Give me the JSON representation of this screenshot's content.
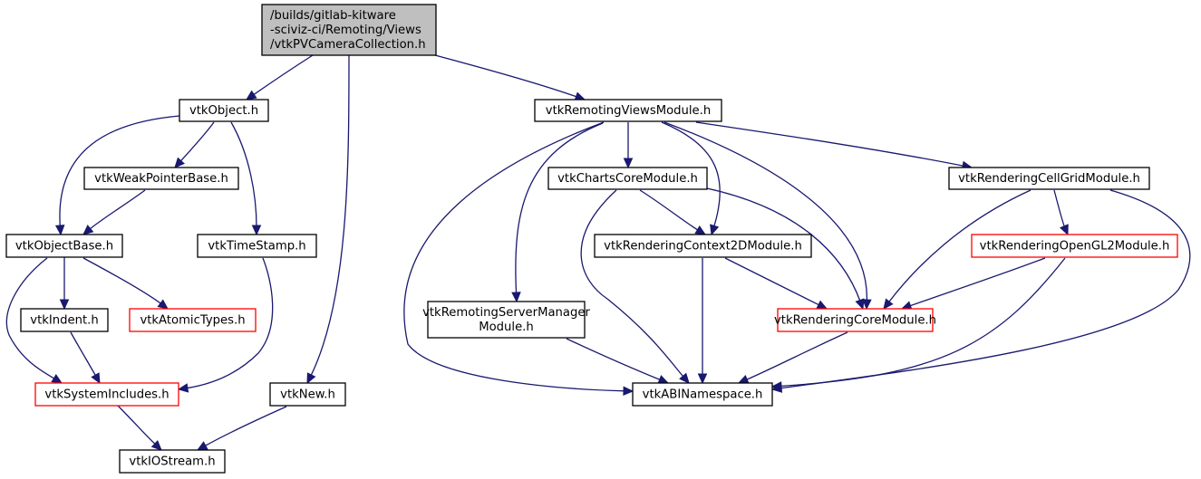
{
  "graph": {
    "title": "/builds/gitlab-kitware-sciviz-ci/Remoting/Views/vtkPVCameraCollection.h include dependency graph",
    "colors": {
      "edge": "#191970",
      "root_fill": "#bfbfbf",
      "normal_border": "#000000",
      "truncated_border": "#ff0000"
    },
    "nodes": {
      "root": {
        "lines": [
          "/builds/gitlab-kitware",
          "-sciviz-ci/Remoting/Views",
          "/vtkPVCameraCollection.h"
        ],
        "style": "root"
      },
      "vtkObject": {
        "lines": [
          "vtkObject.h"
        ],
        "style": "normal"
      },
      "vtkWeakPointerBase": {
        "lines": [
          "vtkWeakPointerBase.h"
        ],
        "style": "normal"
      },
      "vtkObjectBase": {
        "lines": [
          "vtkObjectBase.h"
        ],
        "style": "normal"
      },
      "vtkTimeStamp": {
        "lines": [
          "vtkTimeStamp.h"
        ],
        "style": "normal"
      },
      "vtkIndent": {
        "lines": [
          "vtkIndent.h"
        ],
        "style": "normal"
      },
      "vtkAtomicTypes": {
        "lines": [
          "vtkAtomicTypes.h"
        ],
        "style": "truncated"
      },
      "vtkSystemIncludes": {
        "lines": [
          "vtkSystemIncludes.h"
        ],
        "style": "truncated"
      },
      "vtkNew": {
        "lines": [
          "vtkNew.h"
        ],
        "style": "normal"
      },
      "vtkIOStream": {
        "lines": [
          "vtkIOStream.h"
        ],
        "style": "normal"
      },
      "vtkRemotingViewsModule": {
        "lines": [
          "vtkRemotingViewsModule.h"
        ],
        "style": "normal"
      },
      "vtkChartsCoreModule": {
        "lines": [
          "vtkChartsCoreModule.h"
        ],
        "style": "normal"
      },
      "vtkRenderingCellGridModule": {
        "lines": [
          "vtkRenderingCellGridModule.h"
        ],
        "style": "normal"
      },
      "vtkRenderingContext2DModule": {
        "lines": [
          "vtkRenderingContext2DModule.h"
        ],
        "style": "normal"
      },
      "vtkRenderingOpenGL2Module": {
        "lines": [
          "vtkRenderingOpenGL2Module.h"
        ],
        "style": "truncated"
      },
      "vtkRemotingServerManagerModule": {
        "lines": [
          "vtkRemotingServerManager",
          "Module.h"
        ],
        "style": "normal"
      },
      "vtkRenderingCoreModule": {
        "lines": [
          "vtkRenderingCoreModule.h"
        ],
        "style": "truncated"
      },
      "vtkABINamespace": {
        "lines": [
          "vtkABINamespace.h"
        ],
        "style": "normal"
      }
    },
    "edges": [
      [
        "root",
        "vtkObject"
      ],
      [
        "root",
        "vtkNew"
      ],
      [
        "root",
        "vtkRemotingViewsModule"
      ],
      [
        "vtkObject",
        "vtkObjectBase"
      ],
      [
        "vtkObject",
        "vtkWeakPointerBase"
      ],
      [
        "vtkObject",
        "vtkTimeStamp"
      ],
      [
        "vtkWeakPointerBase",
        "vtkObjectBase"
      ],
      [
        "vtkObjectBase",
        "vtkIndent"
      ],
      [
        "vtkObjectBase",
        "vtkAtomicTypes"
      ],
      [
        "vtkObjectBase",
        "vtkSystemIncludes"
      ],
      [
        "vtkIndent",
        "vtkSystemIncludes"
      ],
      [
        "vtkTimeStamp",
        "vtkSystemIncludes"
      ],
      [
        "vtkSystemIncludes",
        "vtkIOStream"
      ],
      [
        "vtkNew",
        "vtkIOStream"
      ],
      [
        "vtkRemotingViewsModule",
        "vtkChartsCoreModule"
      ],
      [
        "vtkRemotingViewsModule",
        "vtkRenderingContext2DModule"
      ],
      [
        "vtkRemotingViewsModule",
        "vtkRenderingCoreModule"
      ],
      [
        "vtkRemotingViewsModule",
        "vtkRenderingCellGridModule"
      ],
      [
        "vtkRemotingViewsModule",
        "vtkRemotingServerManagerModule"
      ],
      [
        "vtkRemotingViewsModule",
        "vtkABINamespace"
      ],
      [
        "vtkChartsCoreModule",
        "vtkRenderingContext2DModule"
      ],
      [
        "vtkChartsCoreModule",
        "vtkRenderingCoreModule"
      ],
      [
        "vtkChartsCoreModule",
        "vtkABINamespace"
      ],
      [
        "vtkRenderingCellGridModule",
        "vtkRenderingOpenGL2Module"
      ],
      [
        "vtkRenderingCellGridModule",
        "vtkRenderingCoreModule"
      ],
      [
        "vtkRenderingCellGridModule",
        "vtkABINamespace"
      ],
      [
        "vtkRenderingContext2DModule",
        "vtkRenderingCoreModule"
      ],
      [
        "vtkRenderingContext2DModule",
        "vtkABINamespace"
      ],
      [
        "vtkRenderingOpenGL2Module",
        "vtkRenderingCoreModule"
      ],
      [
        "vtkRenderingOpenGL2Module",
        "vtkABINamespace"
      ],
      [
        "vtkRemotingServerManagerModule",
        "vtkABINamespace"
      ],
      [
        "vtkRenderingCoreModule",
        "vtkABINamespace"
      ]
    ]
  }
}
